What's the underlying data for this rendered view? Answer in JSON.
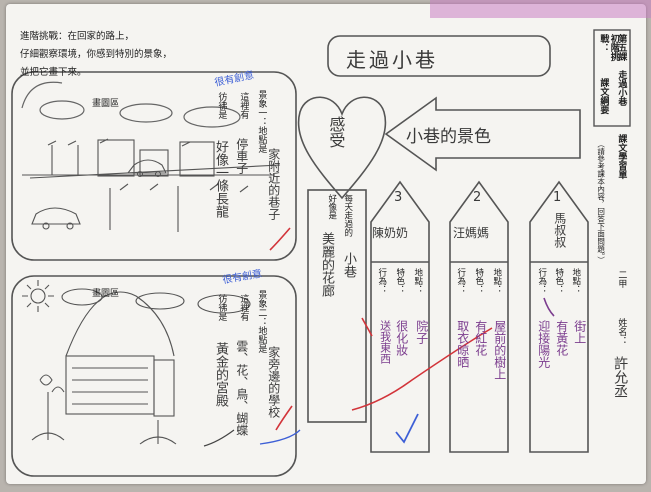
{
  "instructions": {
    "line1": "進階挑戰：在回家的路上，",
    "line2": "仔細觀察環境，你感到特別的景象，",
    "line3": "並把它畫下來。"
  },
  "draw_area_1": {
    "label": "畫圖區",
    "stamp": "很有創意",
    "scene_label": "景象一：",
    "place_label": "地點是",
    "place": "家附近的巷子",
    "feature_label": "這裡有",
    "feature": "停車子",
    "like_label": "彷彿是",
    "like": "好像一條長龍"
  },
  "draw_area_2": {
    "label": "畫圖區",
    "stamp": "很有創意",
    "scene_label": "景象二：",
    "place_label": "地點是",
    "place": "家旁邊的學校",
    "feature_label": "這裡有",
    "feature": "雲、花、鳥、蝴蝶",
    "like_label": "彷彿是",
    "like": "黃金的宮殿"
  },
  "title_box": "走過小巷",
  "heart": "感受",
  "arrow": "小巷的景色",
  "feeling": {
    "line_a": "每天走過的",
    "line_b": "好像是",
    "answer_a": "小巷",
    "answer_b": "美麗的花廊"
  },
  "pencils": [
    {
      "num": "3",
      "name": "陳奶奶",
      "place": "院子",
      "trait": "很化妝",
      "action": "送我東西"
    },
    {
      "num": "2",
      "name": "汪媽媽",
      "place": "屋前的樹上",
      "trait": "有紅花",
      "action": "取衣晾晒"
    },
    {
      "num": "1",
      "name": "馬叔叔",
      "place": "街上",
      "trait": "有黃花",
      "action": "迎接陽光"
    }
  ],
  "pencil_labels": {
    "place": "地點：",
    "trait": "特色：",
    "action": "行為："
  },
  "right_header": {
    "lesson": "第五課",
    "title": "走過小巷",
    "challenge": "初階挑戰：",
    "outline": "課文綱要"
  },
  "right_body": {
    "sheet": "課文學習單",
    "note": "（請參考課本內容，回答下面問題。）",
    "class_label": "二甲",
    "name_label": "姓名：",
    "name_value": "許允丞"
  },
  "colors": {
    "ink": "#333333",
    "stamp": "#3d5fd6",
    "red": "#d2343a",
    "pencil_ink": "#7b3c8e"
  }
}
